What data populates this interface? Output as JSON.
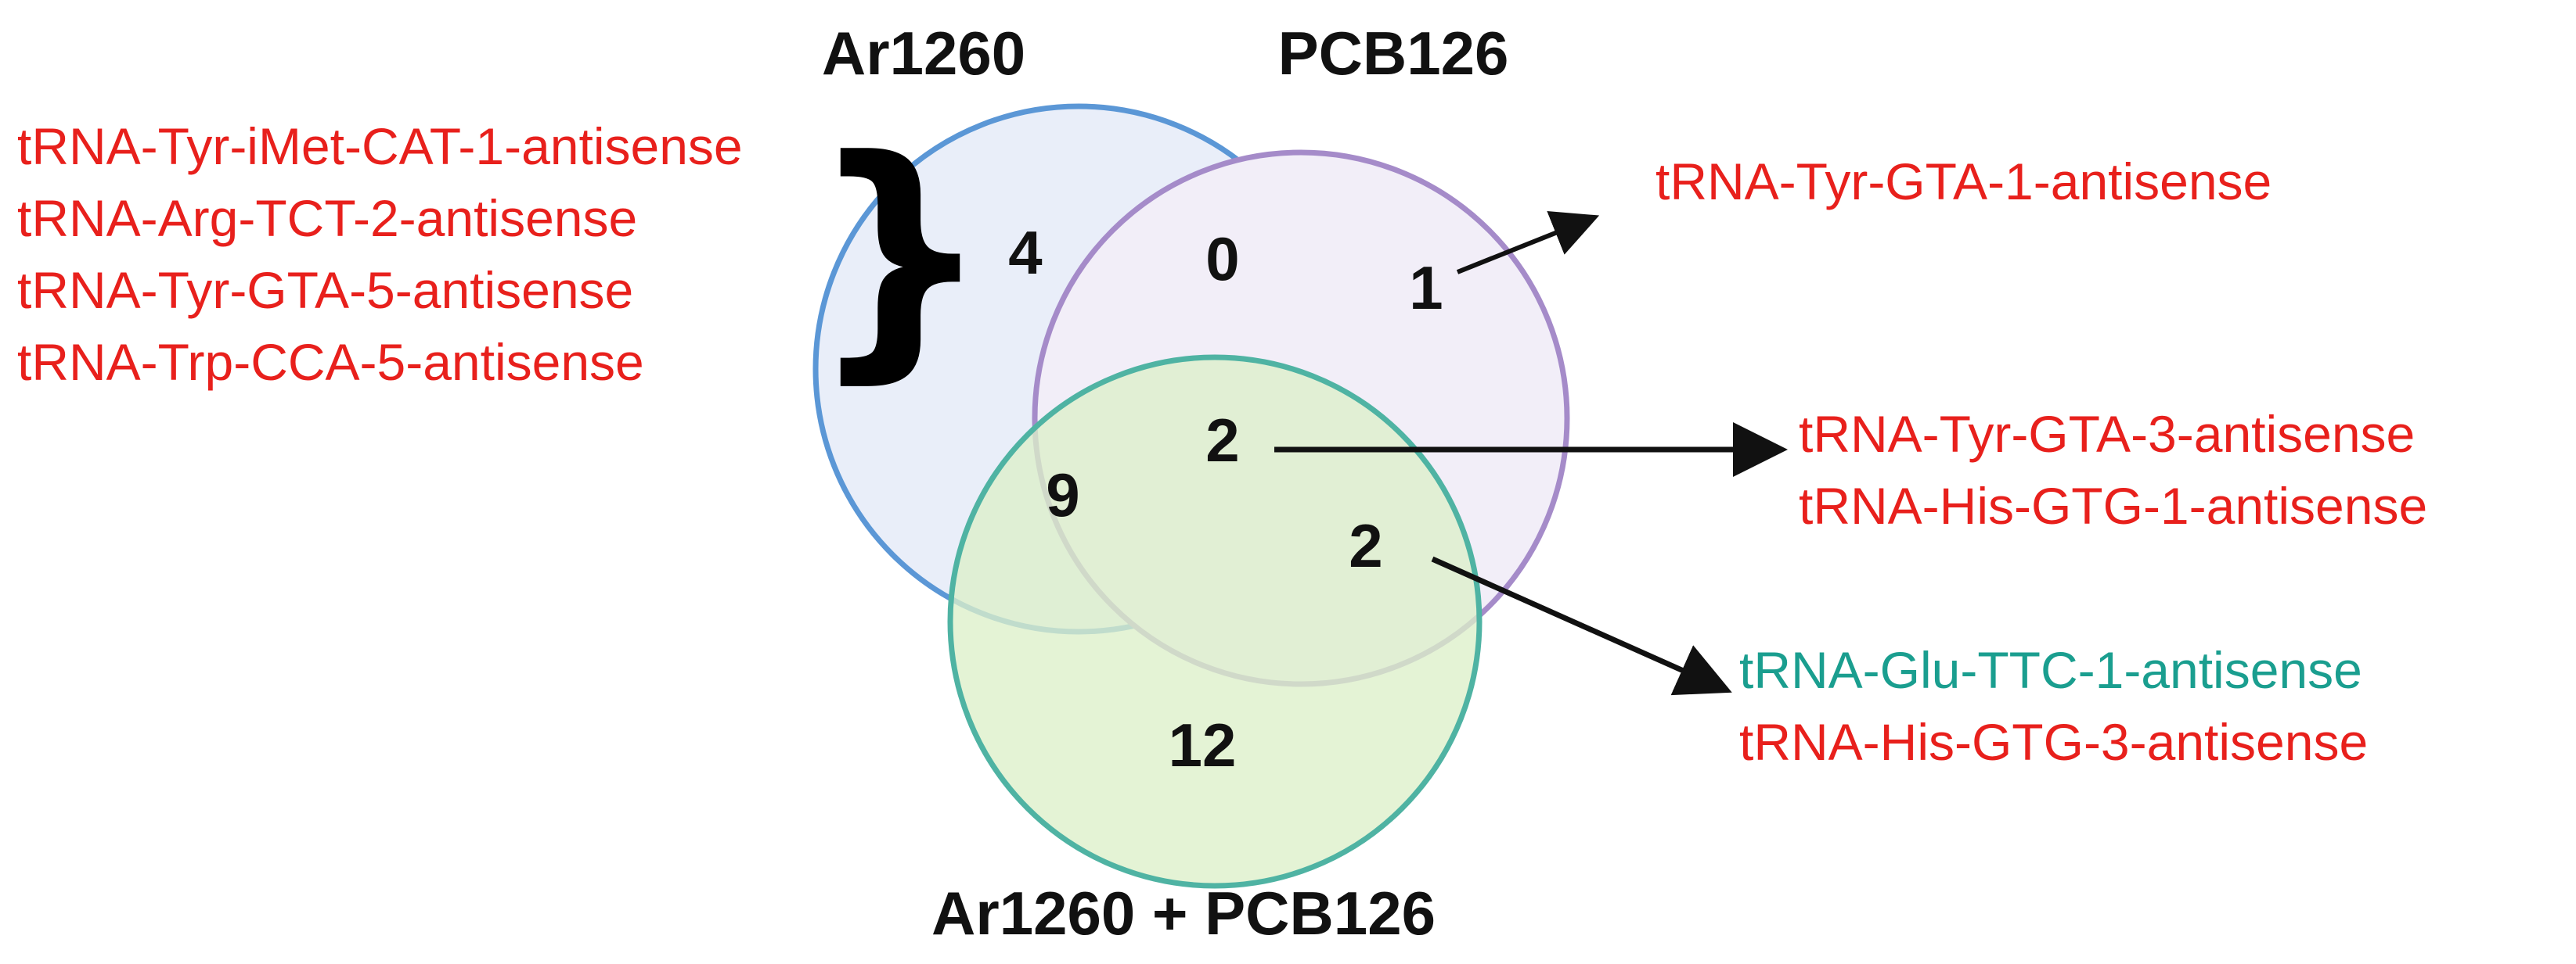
{
  "colors": {
    "ar1260_circle_fill": "#e9eef9",
    "ar1260_circle_stroke": "#5b97d6",
    "pcb126_circle_fill": "#f2eef8",
    "pcb126_circle_stroke": "#a58bc9",
    "combo_circle_fill": "#dcefc9",
    "combo_circle_stroke": "#4fb3a3",
    "text_red": "#e8201c",
    "text_teal": "#1a9e8f",
    "text_dark": "#111111",
    "arrow": "#111111"
  },
  "sets": {
    "ar1260": "Ar1260",
    "pcb126": "PCB126",
    "combo": "Ar1260 + PCB126"
  },
  "regions": {
    "ar1260_only": "4",
    "ar1260_pcb126": "0",
    "pcb126_only": "1",
    "all_three": "2",
    "ar1260_combo": "9",
    "pcb126_combo": "2",
    "combo_only": "12"
  },
  "annotations": {
    "ar1260_only": [
      {
        "text": "tRNA-Tyr-iMet-CAT-1-antisense",
        "color": "#e8201c"
      },
      {
        "text": "tRNA-Arg-TCT-2-antisense",
        "color": "#e8201c"
      },
      {
        "text": "tRNA-Tyr-GTA-5-antisense",
        "color": "#e8201c"
      },
      {
        "text": "tRNA-Trp-CCA-5-antisense",
        "color": "#e8201c"
      }
    ],
    "pcb126_only": [
      {
        "text": "tRNA-Tyr-GTA-1-antisense",
        "color": "#e8201c"
      }
    ],
    "all_three": [
      {
        "text": "tRNA-Tyr-GTA-3-antisense",
        "color": "#e8201c"
      },
      {
        "text": "tRNA-His-GTG-1-antisense",
        "color": "#e8201c"
      }
    ],
    "pcb126_combo": [
      {
        "text": "tRNA-Glu-TTC-1-antisense",
        "color": "#1a9e8f"
      },
      {
        "text": "tRNA-His-GTG-3-antisense",
        "color": "#e8201c"
      }
    ]
  },
  "brace_glyph": "}"
}
